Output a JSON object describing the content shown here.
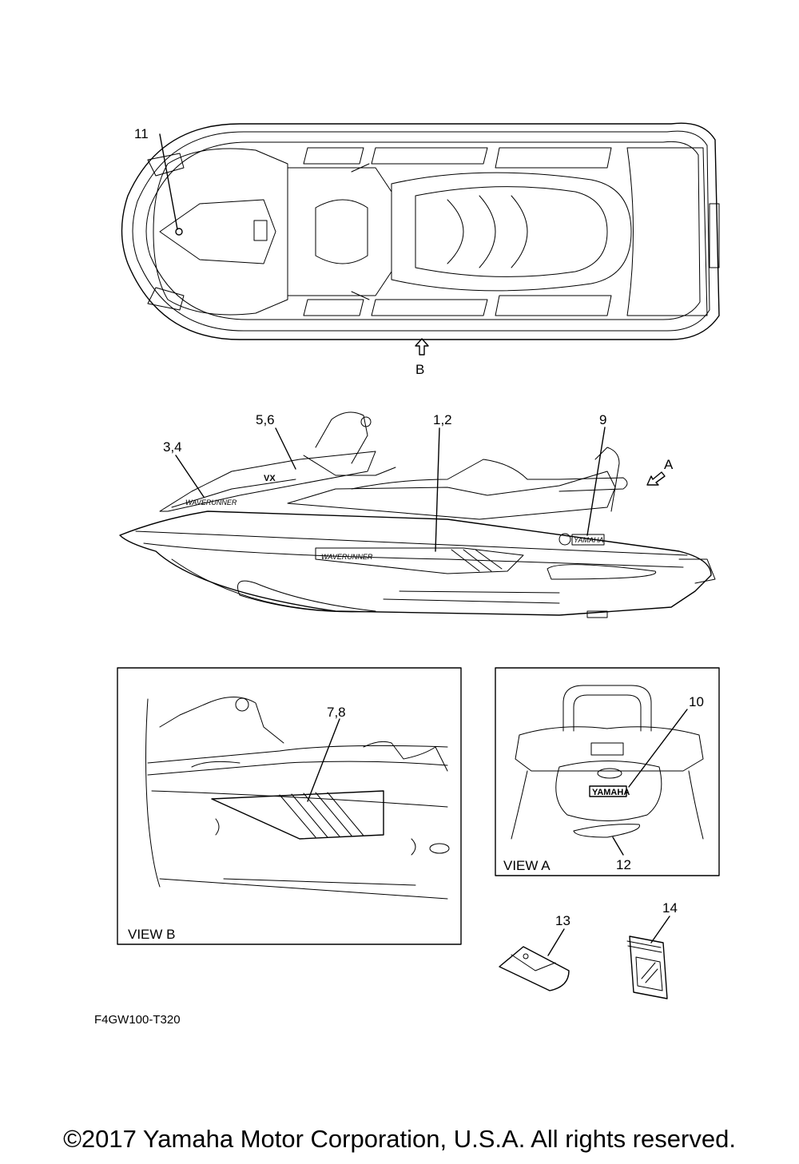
{
  "callouts": {
    "c11": "11",
    "b_arrow": "B",
    "c56": "5,6",
    "c12top": "1,2",
    "c9": "9",
    "c34": "3,4",
    "a_arrow": "A",
    "c78": "7,8",
    "c10": "10",
    "c12": "12",
    "c13": "13",
    "c14": "14"
  },
  "view_b": {
    "label": "VIEW B"
  },
  "view_a": {
    "label": "VIEW A"
  },
  "decals": {
    "waverunner": "WAVERUNNER",
    "vx": "VX",
    "yamaha_side": "YAMAHA",
    "yamaha_rear": "YAMAHA"
  },
  "catalog_code": "F4GW100-T320",
  "copyright": "©2017 Yamaha Motor Corporation, U.S.A. All rights reserved."
}
